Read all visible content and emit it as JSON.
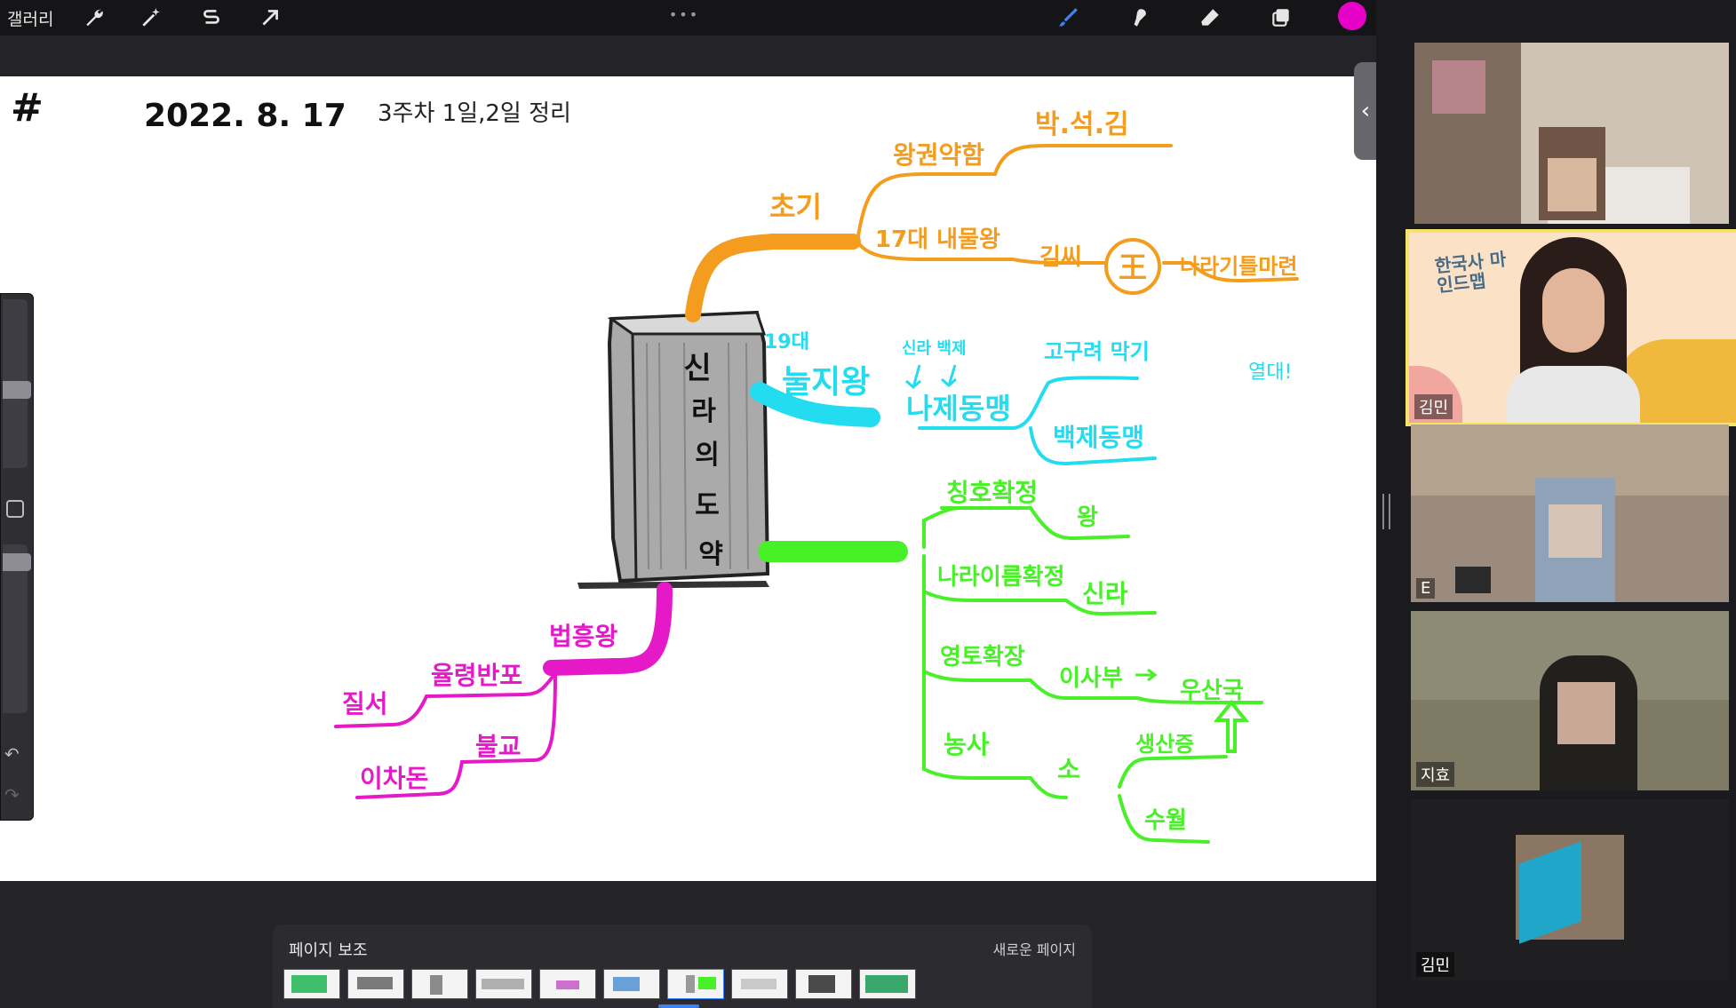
{
  "toolbar": {
    "gallery_label": "갤러리",
    "icons": [
      "wrench-icon",
      "magic-wand-icon",
      "selection-s-icon",
      "arrow-transform-icon"
    ],
    "right_icons": [
      "brush-icon",
      "smudge-icon",
      "eraser-icon",
      "layers-icon"
    ],
    "more": "•••",
    "color": "#e600c8"
  },
  "canvas": {
    "date": "2022. 8. 17",
    "heading": "3주차 1일,2일 정리",
    "hash": "#",
    "center_lines": [
      "신",
      "라",
      "의",
      "도",
      "약"
    ],
    "orange": {
      "branch": "초기",
      "a": "왕권약함",
      "a1": "박.석.김",
      "b": "17대 내물왕",
      "b1": "김씨",
      "b2": "王",
      "b3": "나라기틀마련"
    },
    "cyan": {
      "num": "19대",
      "king": "눌지왕",
      "note": "신라 백제",
      "alliance": "나제동맹",
      "c1": "고구려 막기",
      "c2": "백제동맹",
      "aside": "열대!"
    },
    "green": {
      "g1": "칭호확정",
      "g1v": "왕",
      "g2": "나라이름확정",
      "g2v": "신라",
      "g3": "영토확장",
      "g3a": "이사부",
      "g3b": "우산국",
      "g4": "농사",
      "g4s": "소",
      "g4a": "생산증",
      "g4b": "수월"
    },
    "magenta": {
      "king": "법흥왕",
      "m1": "율령반포",
      "m2": "질서",
      "m3": "불교",
      "m4": "이차돈"
    }
  },
  "page_panel": {
    "title": "페이지 보조",
    "new_page": "새로운 페이지",
    "thumbnail_count": 10,
    "active_index": 6
  },
  "participants": [
    {
      "name": "",
      "highlighted": false
    },
    {
      "name": "김민",
      "highlighted": true,
      "bg_text": "한국사 마인드맵"
    },
    {
      "name": "E",
      "highlighted": false
    },
    {
      "name": "지효",
      "highlighted": false
    },
    {
      "name": "김민",
      "highlighted": false
    }
  ]
}
